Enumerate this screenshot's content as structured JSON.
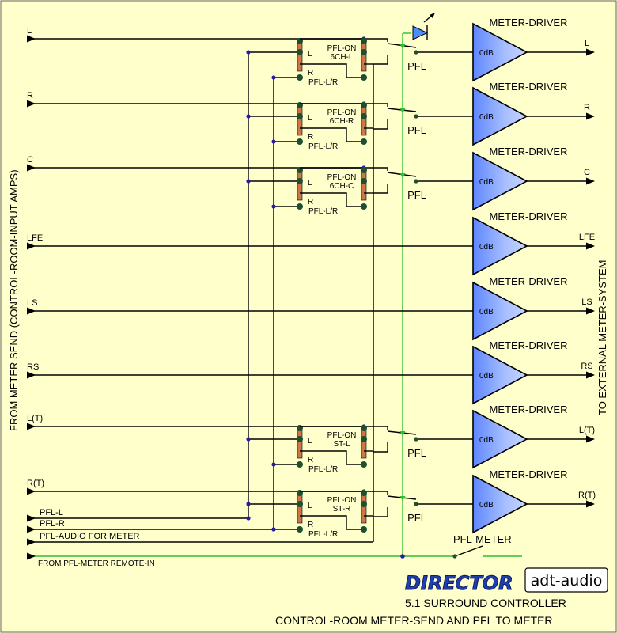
{
  "inputs": [
    {
      "id": "L",
      "label": "L"
    },
    {
      "id": "R",
      "label": "R"
    },
    {
      "id": "C",
      "label": "C"
    },
    {
      "id": "LFE",
      "label": "LFE"
    },
    {
      "id": "LS",
      "label": "LS"
    },
    {
      "id": "RS",
      "label": "RS"
    },
    {
      "id": "LT",
      "label": "L(T)"
    },
    {
      "id": "RT",
      "label": "R(T)"
    }
  ],
  "outputs": [
    "L",
    "R",
    "C",
    "LFE",
    "LS",
    "RS",
    "L(T)",
    "R(T)"
  ],
  "driver_label": "METER-DRIVER",
  "driver_gain": "0dB",
  "pfl_switch_label": "PFL",
  "relay_groups": [
    {
      "on_label": "PFL-ON",
      "ch_label": "6CH-L",
      "l": "L",
      "r": "R",
      "lr": "PFL-L/R"
    },
    {
      "on_label": "PFL-ON",
      "ch_label": "6CH-R",
      "l": "L",
      "r": "R",
      "lr": "PFL-L/R"
    },
    {
      "on_label": "PFL-ON",
      "ch_label": "6CH-C",
      "l": "L",
      "r": "R",
      "lr": "PFL-L/R"
    },
    {
      "on_label": "PFL-ON",
      "ch_label": "ST-L",
      "l": "L",
      "r": "R",
      "lr": "PFL-L/R"
    },
    {
      "on_label": "PFL-ON",
      "ch_label": "ST-R",
      "l": "L",
      "r": "R",
      "lr": "PFL-L/R"
    }
  ],
  "bus_inputs": {
    "pfl_l": "PFL-L",
    "pfl_r": "PFL-R",
    "pfl_audio": "PFL-AUDIO FOR METER",
    "remote": "FROM PFL-METER REMOTE-IN"
  },
  "pfl_meter_label": "PFL-METER",
  "left_side_label": "FROM METER SEND (CONTROL-ROOM-INPUT AMPS)",
  "right_side_label": "TO EXTERNAL METER-SYSTEM",
  "logo": {
    "product": "DIRECTOR",
    "brand": "adt-audio"
  },
  "subtitle": "5.1 SURROUND CONTROLLER",
  "caption": "CONTROL-ROOM METER-SEND AND PFL TO METER",
  "colors": {
    "background": "#ffffcc",
    "triangle_fill": "#7da0ff",
    "pfl_bus": "#2fbf2f",
    "node": "#1f4f2f",
    "relay": "#cc7744",
    "via": "#2a1aa0"
  }
}
